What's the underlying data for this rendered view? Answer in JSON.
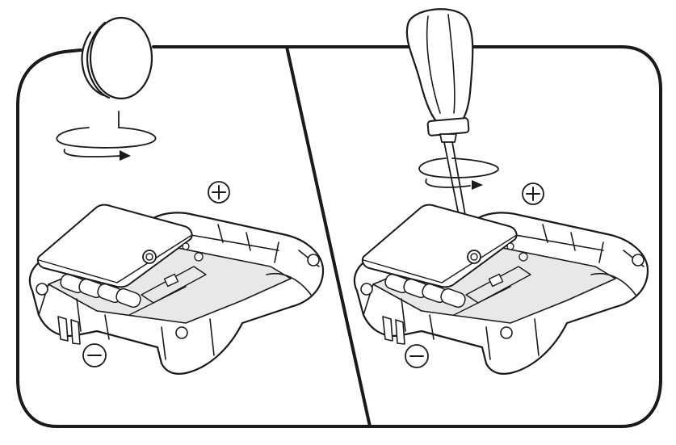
{
  "diagram": {
    "panels": [
      {
        "id": "left",
        "tool": "coin",
        "action": "rotate",
        "polarity_labels": [
          "+",
          "−"
        ]
      },
      {
        "id": "right",
        "tool": "screwdriver",
        "action": "rotate",
        "polarity_labels": [
          "+",
          "−"
        ]
      }
    ],
    "colors": {
      "ink": "#1a1a1a",
      "shade": "#e8e8e8",
      "background": "#ffffff"
    }
  }
}
